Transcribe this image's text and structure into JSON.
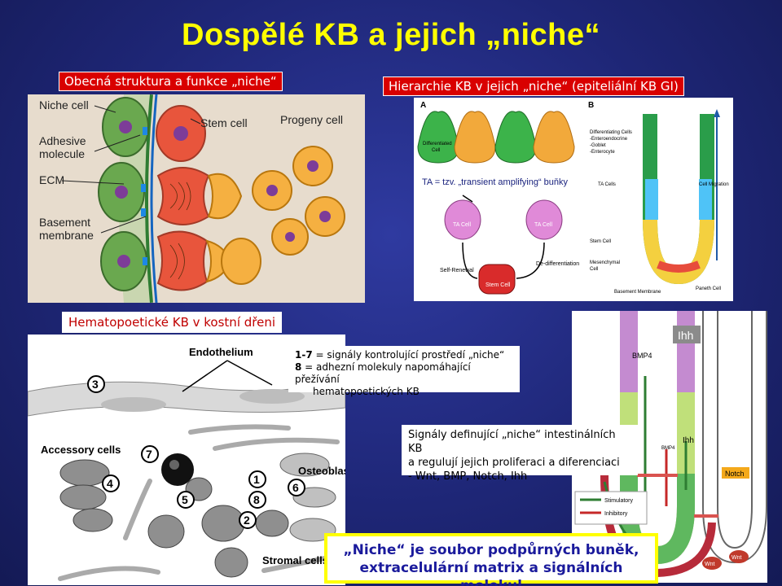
{
  "slide": {
    "title": "Dospělé KB a jejich „niche“"
  },
  "section_labels": {
    "general": "Obecná struktura a funkce „niche“",
    "hierarchy": "Hierarchie KB v jejich „niche“ (epiteliální KB GI)",
    "bone_marrow": "Hematopoetické KB v kostní dřeni"
  },
  "general_diagram": {
    "niche_cell": "Niche cell",
    "adhesive": "Adhesive",
    "molecule": "molecule",
    "ecm": "ECM",
    "basement": "Basement",
    "membrane": "membrane",
    "stem_cell": "Stem cell",
    "progeny_cell": "Progeny cell"
  },
  "hierarchy_diagram": {
    "panel_a": "A",
    "panel_b": "B",
    "diff_cell_1": "Differentiated",
    "diff_cell_2": "Cell",
    "ta_note": "TA = tzv. „transient amplifying“ buňky",
    "ta_cell": "TA Cell",
    "self_renewal": "Self-Renewal",
    "de_diff": "De-differentiation",
    "stem_cell": "Stem Cell",
    "diff_cells_b": "Differentiating Cells",
    "enteroendocrine": "-Enteroendocrine",
    "goblet": "-Goblet",
    "enterocyte": "-Enterocyte",
    "ta_cells": "TA Cells",
    "cell_migration": "Cell Migration",
    "stem_cell_b": "Stem Cell",
    "mesenchymal_1": "Mesenchymal",
    "mesenchymal_2": "Cell",
    "basement_membrane": "Basement Membrane",
    "paneth_cell": "Paneth Cell"
  },
  "bone_marrow_diagram": {
    "endothelium": "Endothelium",
    "accessory": "Accessory cells",
    "osteoblasts": "Osteoblasts",
    "stromal": "Stromal cells",
    "n1": "1",
    "n2": "2",
    "n3": "3",
    "n4": "4",
    "n5": "5",
    "n6": "6",
    "n7": "7",
    "n8": "8"
  },
  "bone_marrow_info": {
    "line1_bold": "1-7",
    "line1": " = signály kontrolující prostředí „niche“",
    "line2_bold": "8",
    "line2": " = adhezní molekuly napomáhající přežívání",
    "line3": "hematopoetických KB"
  },
  "intestinal_info": {
    "line1": "Signály definující „niche“ intestinálních KB",
    "line2": "a regulují jejich proliferaci a diferenciaci",
    "line3": "- Wnt, BMP, Notch, Ihh"
  },
  "intestinal_diagram": {
    "ihh_top": "Ihh",
    "bmp4": "BMP4",
    "ihh_mid": "Ihh",
    "bmp4_small": "BMP4",
    "notch": "Notch",
    "stimulatory": "Stimulatory",
    "inhibitory": "Inhibitory",
    "wnt": "Wnt"
  },
  "footer": {
    "line1": "„Niche“ je soubor podpůrných buněk,",
    "line2": "extracelulární matrix a signálních molekul"
  },
  "colors": {
    "background": "#1e2676",
    "title": "#ffff00",
    "label_red": "#d90000",
    "label_text_red": "#c00000",
    "footer_text": "#1a1a9c",
    "niche_green": "#6aa84f",
    "stem_red": "#e8553c",
    "progeny_orange": "#f5b041",
    "nucleus_purple": "#7d3c98"
  }
}
